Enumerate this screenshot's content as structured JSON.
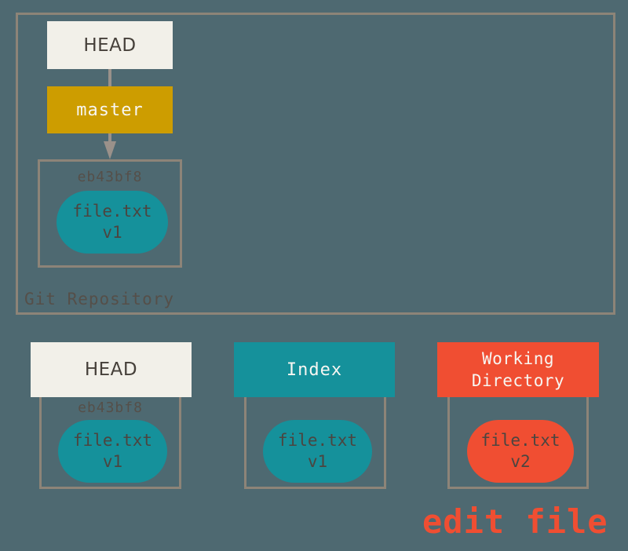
{
  "colors": {
    "background": "#4e6971",
    "box_border": "#8d8478",
    "connector": "#9a918a",
    "offwhite_fill": "#f2f0e9",
    "offwhite_text": "#46403a",
    "gold_fill": "#cd9d00",
    "teal_fill": "#15919b",
    "orange_fill": "#f04e32",
    "header_text": "#f7f6f2",
    "label_text": "#554f49",
    "pill_text": "#4b4540",
    "annotation_text": "#f04e32"
  },
  "repository": {
    "label": "Git Repository",
    "head_label": "HEAD",
    "branch_label": "master",
    "commit": {
      "hash": "eb43bf8",
      "file_name": "file.txt",
      "file_version": "v1"
    }
  },
  "areas": [
    {
      "title": "HEAD",
      "hash": "eb43bf8",
      "file_name": "file.txt",
      "file_version": "v1"
    },
    {
      "title": "Index",
      "file_name": "file.txt",
      "file_version": "v1"
    },
    {
      "title": "Working Directory",
      "file_name": "file.txt",
      "file_version": "v2"
    }
  ],
  "annotation": {
    "text": "edit file"
  }
}
